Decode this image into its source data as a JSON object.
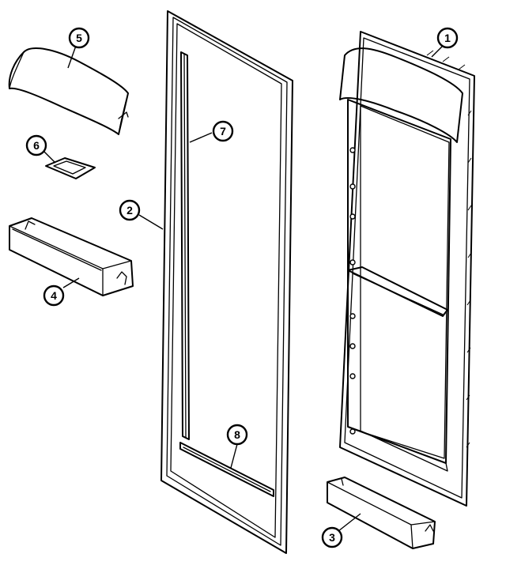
{
  "callouts": [
    {
      "key": "liner",
      "label": "1"
    },
    {
      "key": "gasket",
      "label": "2"
    },
    {
      "key": "bottom-bin",
      "label": "3"
    },
    {
      "key": "door-bin",
      "label": "4"
    },
    {
      "key": "dairy-cover",
      "label": "5"
    },
    {
      "key": "hinge-pad",
      "label": "6"
    },
    {
      "key": "breaker-strip-side",
      "label": "7"
    },
    {
      "key": "breaker-strip-bottom",
      "label": "8"
    }
  ]
}
